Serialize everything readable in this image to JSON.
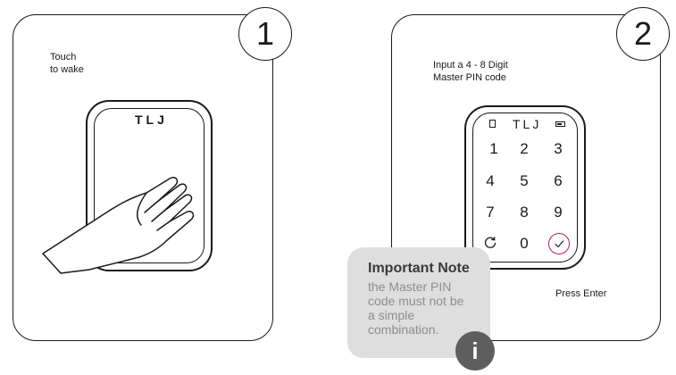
{
  "steps": [
    {
      "number": "1",
      "instruction": "Touch\nto wake",
      "brand": "TLJ"
    },
    {
      "number": "2",
      "instruction": "Input a 4 - 8 Digit\nMaster PIN code",
      "brand": "TLJ",
      "keypad": [
        "1",
        "2",
        "3",
        "4",
        "5",
        "6",
        "7",
        "8",
        "9",
        "0"
      ],
      "footer": "Press Enter"
    }
  ],
  "note": {
    "title": "Important Note",
    "body": "the Master PIN code must not be a simple combination.",
    "badge": "i"
  },
  "colors": {
    "line": "#1a1a1a",
    "enter_accent": "#c2185b",
    "note_bg": "#dedede",
    "badge_bg": "#5e5e5e"
  },
  "icons": [
    "hand-icon",
    "door-icon",
    "battery-icon",
    "cycle-icon",
    "check-icon",
    "info-icon"
  ]
}
